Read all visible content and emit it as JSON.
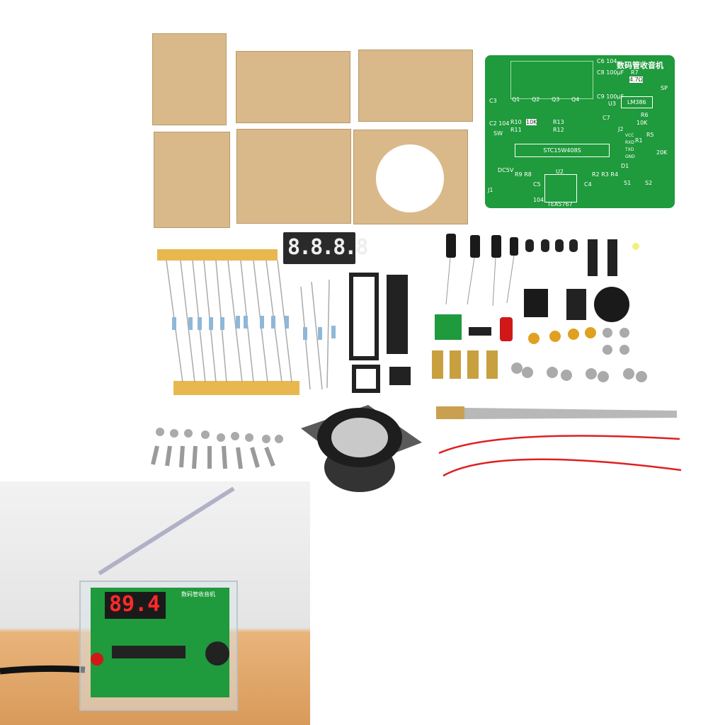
{
  "pcb": {
    "title": "数码管收音机",
    "mcu": "STC15W408S",
    "amp": "LM386",
    "tuner": "TEA5767",
    "labels": {
      "c6": "C6 104",
      "c8": "C8 100μF",
      "c9": "C9 100μF",
      "c7": "C7",
      "r7": "R7",
      "r7v": "4.7Ω",
      "sp": "SP",
      "u3": "U3",
      "r6": "R6",
      "r6v": "10K",
      "r5": "R5",
      "r5v": "20K",
      "c3": "C3",
      "c2": "C2 104",
      "sw": "SW",
      "q1": "Q1",
      "q2": "Q2",
      "q3": "Q3",
      "q4": "Q4",
      "r10": "R10",
      "r11": "R11",
      "r12": "R12",
      "r13": "R13",
      "k10": "10K",
      "dc": "DC5V",
      "j1": "J1",
      "j2": "J2",
      "vcc": "VCC",
      "rxd": "RXD",
      "txd": "TXD",
      "gnd": "GND",
      "r1": "R1",
      "d1": "D1",
      "u2": "U2",
      "r9r8": "R9 R8",
      "r2r4": "R2 R3 R4",
      "c5": "C5",
      "c4": "C4",
      "v104": "104",
      "s1": "S1",
      "s2": "S2"
    }
  },
  "display": {
    "digits": "8.8.8.8",
    "frequency": "89.4"
  },
  "assembled_pcb_title": "数码管收音机",
  "colors": {
    "acrylic": "#d9b98a",
    "pcb": "#1f9a3c",
    "led": "#ff2a2a",
    "wire": "#e02020",
    "table": "#e9b47a"
  }
}
